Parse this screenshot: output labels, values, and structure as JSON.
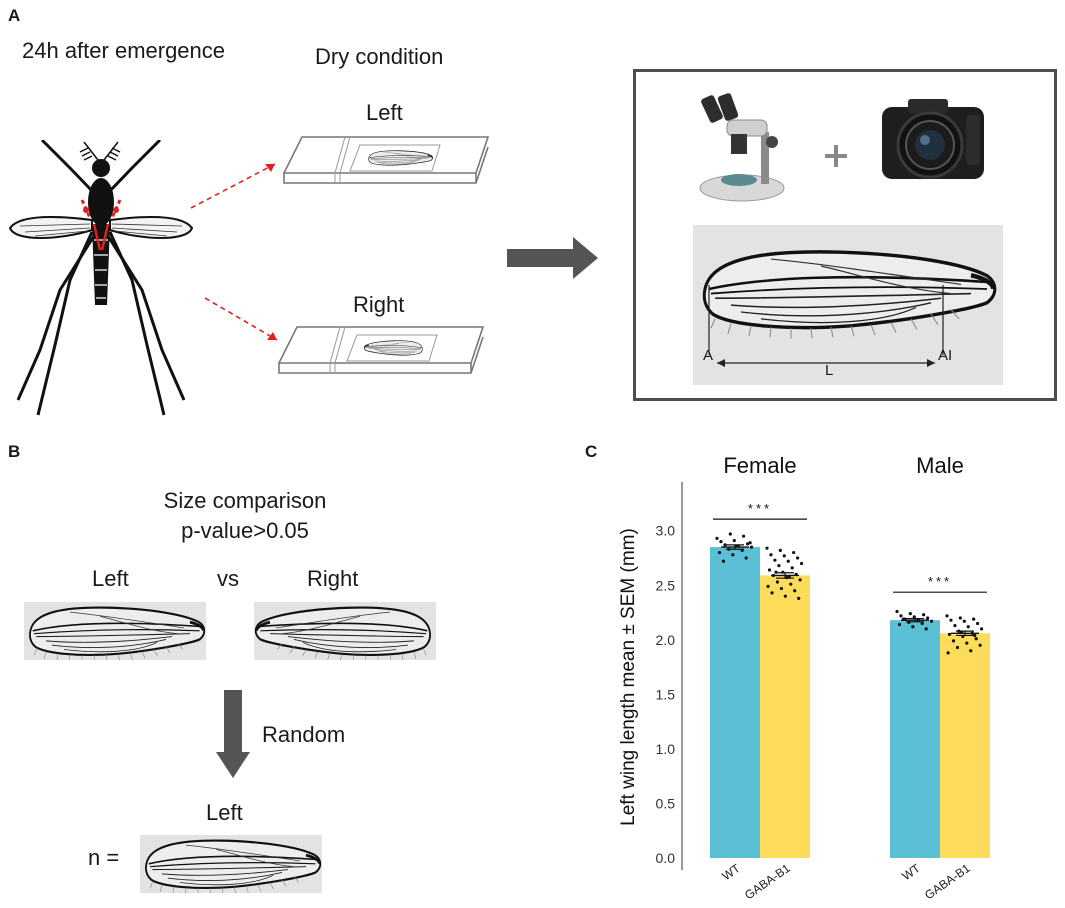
{
  "panels": {
    "a": {
      "letter": "A",
      "timing": "24h after emergence",
      "condition": "Dry condition",
      "left_label": "Left",
      "right_label": "Right",
      "measure": {
        "start": "A",
        "length": "L",
        "end": "AI"
      }
    },
    "b": {
      "letter": "B",
      "comparison_line1": "Size comparison",
      "comparison_line2": "p-value>0.05",
      "left_label": "Left",
      "vs_label": "vs",
      "right_label": "Right",
      "random_label": "Random",
      "result_label": "Left",
      "n_label": "n ="
    },
    "c": {
      "letter": "C"
    }
  },
  "icons": [
    "mosquito-illustration",
    "microscope-icon",
    "camera-icon",
    "plus-icon",
    "arrow-right-icon",
    "arrow-down-icon"
  ],
  "colors": {
    "wt": "#5bbfd6",
    "gaba": "#fddc5c",
    "arrow": "#555555",
    "cut_marks": "#e02020"
  },
  "chart_data": {
    "type": "bar",
    "ylabel": "Left wing length mean ± SEM (mm)",
    "ylim": [
      0,
      3.3
    ],
    "yticks": [
      "0.0",
      "0.5",
      "1.0",
      "1.5",
      "2.0",
      "2.5",
      "3.0"
    ],
    "groups": [
      "Female",
      "Male"
    ],
    "categories": [
      "WT",
      "GABA-B1"
    ],
    "series": [
      {
        "group": "Female",
        "values": [
          2.85,
          2.59
        ],
        "sem": [
          0.02,
          0.025
        ]
      },
      {
        "group": "Male",
        "values": [
          2.18,
          2.06
        ],
        "sem": [
          0.015,
          0.02
        ]
      }
    ],
    "significance": [
      "***",
      "***"
    ],
    "points": {
      "Female_WT": [
        2.93,
        2.97,
        2.95,
        2.9,
        2.91,
        2.88,
        2.87,
        2.86,
        2.85,
        2.83,
        2.82,
        2.8,
        2.78,
        2.75,
        2.72,
        2.86,
        2.89
      ],
      "Female_GABA": [
        2.84,
        2.82,
        2.8,
        2.78,
        2.77,
        2.75,
        2.73,
        2.72,
        2.7,
        2.68,
        2.66,
        2.64,
        2.62,
        2.6,
        2.59,
        2.57,
        2.55,
        2.53,
        2.51,
        2.49,
        2.47,
        2.45,
        2.43,
        2.4,
        2.38,
        2.62,
        2.58
      ],
      "Male_WT": [
        2.26,
        2.24,
        2.23,
        2.22,
        2.21,
        2.2,
        2.19,
        2.18,
        2.17,
        2.16,
        2.15,
        2.14,
        2.12,
        2.1,
        2.19
      ],
      "Male_GABA": [
        2.22,
        2.2,
        2.19,
        2.18,
        2.17,
        2.15,
        2.13,
        2.12,
        2.1,
        2.08,
        2.06,
        2.05,
        2.03,
        2.01,
        1.99,
        1.97,
        1.95,
        1.93,
        1.9,
        1.88,
        2.07,
        2.04
      ]
    }
  }
}
